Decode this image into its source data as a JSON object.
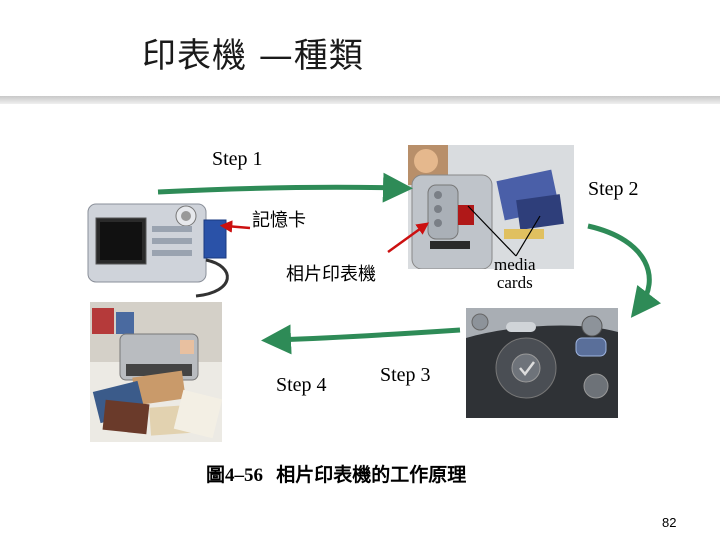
{
  "slide": {
    "title": "印表機 —種類",
    "page_number": "82"
  },
  "labels": {
    "step1": "Step 1",
    "step2": "Step 2",
    "step3": "Step 3",
    "step4": "Step 4",
    "memory_card": "記憶卡",
    "photo_printer": "相片印表機",
    "media_line1": "media",
    "media_line2": "cards"
  },
  "caption": {
    "prefix": "圖",
    "number": "4–56",
    "text": "相片印表機的工作原理"
  },
  "colors": {
    "arrow_green": "#2e8b57",
    "pointer_red": "#cc1010"
  }
}
